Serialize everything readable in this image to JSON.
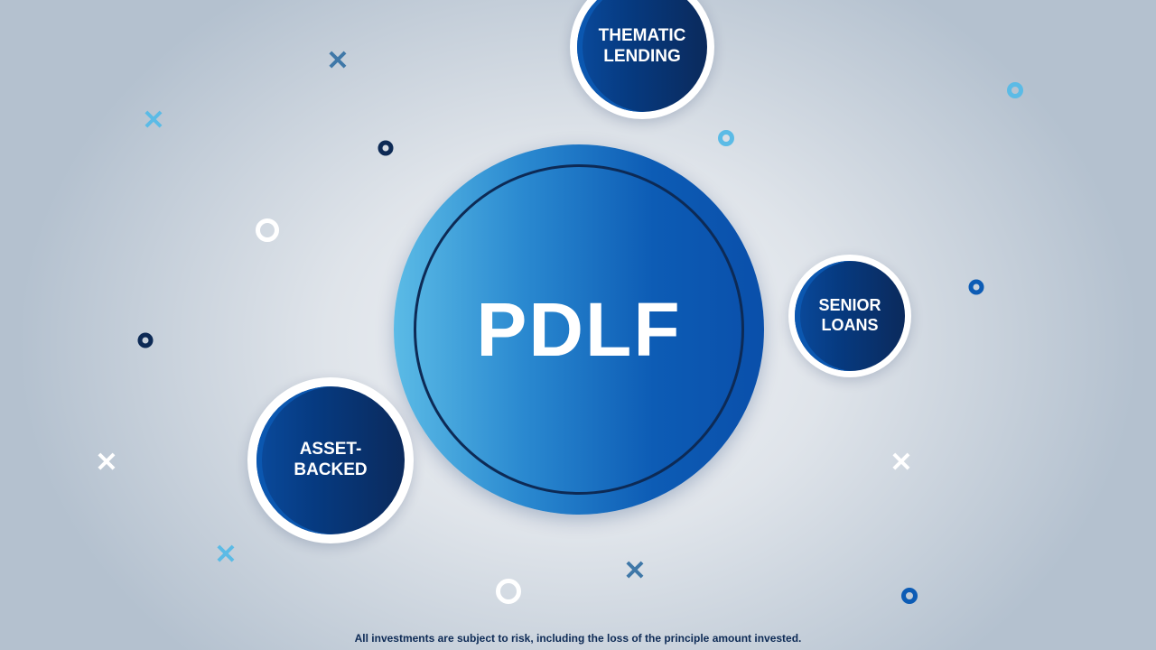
{
  "center": {
    "label": "PDLF"
  },
  "bubbles": {
    "thematic": "THEMATIC LENDING",
    "senior": "SENIOR LOANS",
    "asset": "ASSET- BACKED"
  },
  "disclaimer": "All investments are subject to risk, including the loss of the principle amount invested.",
  "colors": {
    "navy": "#0b2a5c",
    "blue": "#0d5cb5",
    "light": "#5bbbe6"
  }
}
